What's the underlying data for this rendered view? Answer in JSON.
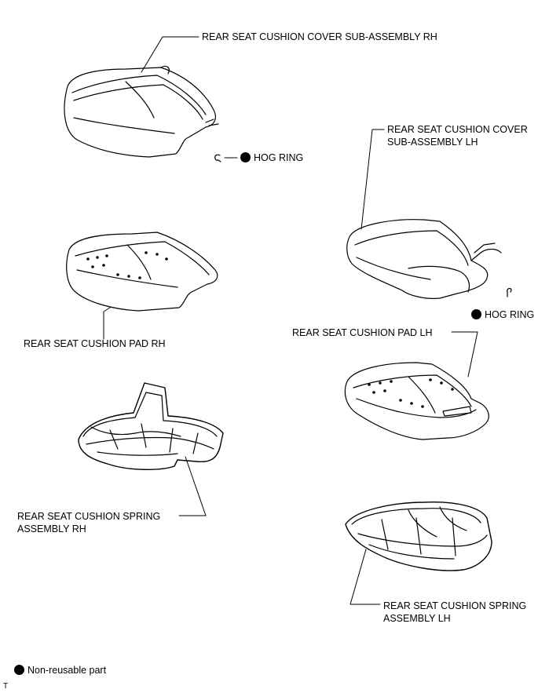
{
  "parts": {
    "cover_rh": "REAR SEAT CUSHION COVER SUB-ASSEMBLY RH",
    "cover_lh_line1": "REAR SEAT CUSHION COVER",
    "cover_lh_line2": "SUB-ASSEMBLY LH",
    "hog_ring_rh": "HOG RING",
    "hog_ring_lh": "HOG RING",
    "pad_rh": "REAR SEAT CUSHION PAD RH",
    "pad_lh": "REAR SEAT CUSHION PAD LH",
    "spring_rh_line1": "REAR SEAT CUSHION SPRING",
    "spring_rh_line2": "ASSEMBLY RH",
    "spring_lh_line1": "REAR SEAT CUSHION SPRING",
    "spring_lh_line2": "ASSEMBLY LH"
  },
  "legend": {
    "non_reusable": "Non-reusable part",
    "marker_icon": "filled-circle-icon"
  },
  "footer": {
    "mark": "T"
  }
}
